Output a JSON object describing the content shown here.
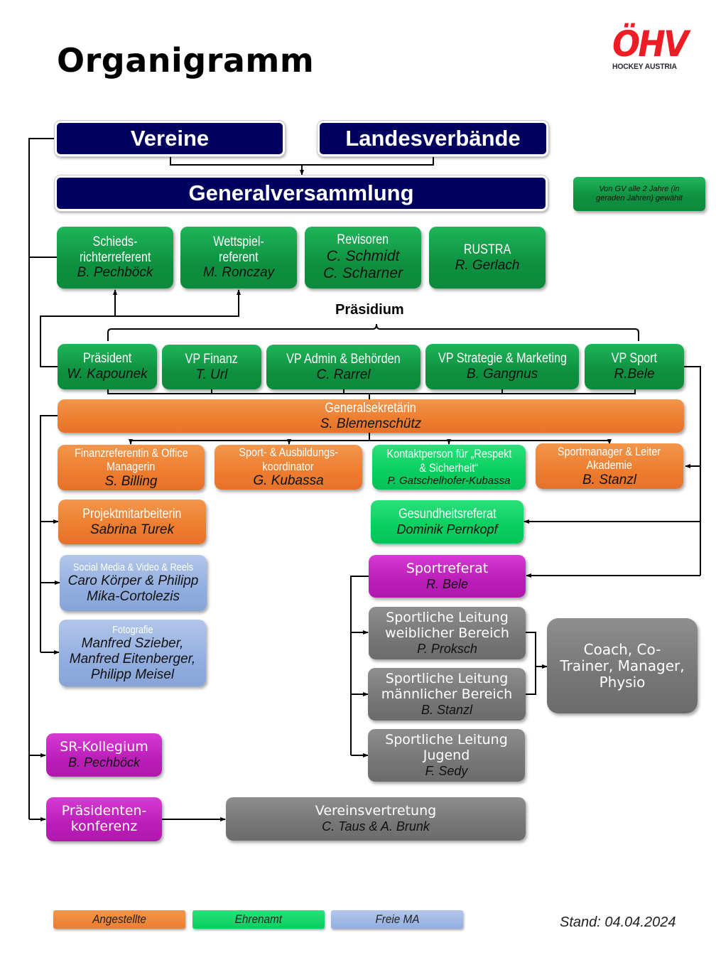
{
  "title": "Organigramm",
  "logo": {
    "main": "ÖHV",
    "sub": "HOCKEY AUSTRIA",
    "color": "#ee1c25"
  },
  "top": {
    "vereine": "Vereine",
    "landesverbaende": "Landesverbände",
    "generalversammlung": "Generalversammlung",
    "note": "Von GV alle 2 Jahre (in geraden Jahren) gewählt"
  },
  "committees": [
    {
      "title": "Schieds-richterreferent",
      "lines": [
        "Schieds-",
        "richterreferent"
      ],
      "name": "B. Pechböck"
    },
    {
      "title": "Wettspiel-referent",
      "lines": [
        "Wettspiel-",
        "referent"
      ],
      "name": "M. Ronczay"
    },
    {
      "title": "Revisoren",
      "lines": [
        "Revisoren"
      ],
      "names": [
        "C. Schmidt",
        "C. Scharner"
      ]
    },
    {
      "title": "RUSTRA",
      "lines": [
        "RUSTRA"
      ],
      "name": "R. Gerlach"
    }
  ],
  "praesidium": {
    "label": "Präsidium",
    "members": [
      {
        "title": "Präsident",
        "name": "W. Kapounek"
      },
      {
        "title": "VP Finanz",
        "name": "T. Url"
      },
      {
        "title": "VP Admin & Behörden",
        "name": "C. Rarrel"
      },
      {
        "title": "VP Strategie & Marketing",
        "name": "B. Gangnus"
      },
      {
        "title": "VP Sport",
        "name": "R.Bele"
      }
    ]
  },
  "generalsekretaerin": {
    "title": "Generalsekretärin",
    "name": "S. Blemenschütz"
  },
  "staff": [
    {
      "title1": "Finanzreferentin & Office",
      "title2": "Managerin",
      "name": "S. Billing"
    },
    {
      "title1": "Sport- & Ausbildungs-",
      "title2": "koordinator",
      "name": "G. Kubassa"
    },
    {
      "title1": "Kontaktperson für „Respekt",
      "title2": "& Sicherheit“",
      "name": "P. Gatschelhofer-Kubassa"
    },
    {
      "title1": "Sportmanager & Leiter",
      "title2": "Akademie",
      "name": "B. Stanzl"
    }
  ],
  "projekt": {
    "title": "Projektmitarbeiterin",
    "name": "Sabrina Turek"
  },
  "social": {
    "title": "Social Media & Video & Reels",
    "name1": "Caro Körper & Philipp",
    "name2": "Mika-Cortolezis"
  },
  "foto": {
    "title": "Fotografie",
    "name1": "Manfred Szieber,",
    "name2": "Manfred Eitenberger,",
    "name3": "Philipp Meisel"
  },
  "gesundheit": {
    "title": "Gesundheitsreferat",
    "name": "Dominik Pernkopf"
  },
  "sportreferat": {
    "title": "Sportreferat",
    "name": "R. Bele"
  },
  "sportleitung": [
    {
      "line1": "Sportliche Leitung",
      "line2": "weiblicher Bereich",
      "name": "P. Proksch"
    },
    {
      "line1": "Sportliche Leitung",
      "line2": "männlicher Bereich",
      "name": "B. Stanzl"
    },
    {
      "line1": "Sportliche Leitung",
      "line2": "Jugend",
      "name": "F. Sedy"
    }
  ],
  "coach": {
    "line1": "Coach, Co-",
    "line2": "Trainer, Manager,",
    "line3": "Physio"
  },
  "srkollegium": {
    "title": "SR-Kollegium",
    "name": "B. Pechböck"
  },
  "praesidentenkonferenz": {
    "line1": "Präsidenten-",
    "line2": "konferenz"
  },
  "vereinsvertretung": {
    "title": "Vereinsvertretung",
    "name": "C. Taus & A. Brunk"
  },
  "legend": [
    {
      "label": "Angestellte",
      "color": "#ee7d2e"
    },
    {
      "label": "Ehrenamt",
      "color": "#08cf5f"
    },
    {
      "label": "Freie MA",
      "color": "#92aee0"
    }
  ],
  "stand": "Stand: 04.04.2024"
}
